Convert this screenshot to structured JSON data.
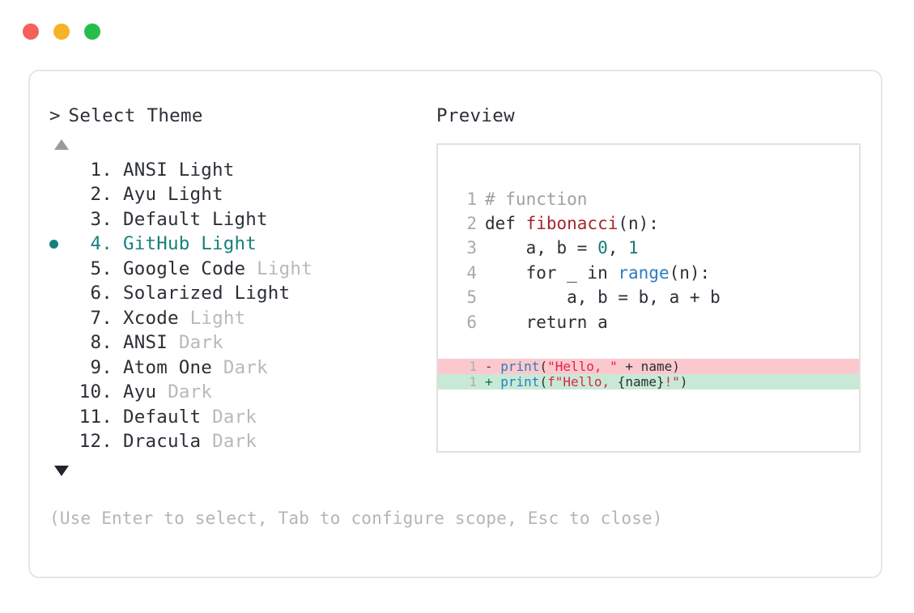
{
  "window": {
    "dots": [
      {
        "name": "close",
        "color": "#f4615c"
      },
      {
        "name": "minimize",
        "color": "#f5b325"
      },
      {
        "name": "maximize",
        "color": "#25be4a"
      }
    ]
  },
  "selector": {
    "prompt_caret": ">",
    "prompt_label": "Select Theme",
    "scroll_up_icon": "triangle-up",
    "scroll_down_icon": "triangle-down",
    "selected_index": 4,
    "selected_bullet": "●",
    "accent_color": "#16817c",
    "items": [
      {
        "index": "1",
        "name": "ANSI Light",
        "variant": "",
        "selected": false
      },
      {
        "index": "2",
        "name": "Ayu Light",
        "variant": "",
        "selected": false
      },
      {
        "index": "3",
        "name": "Default Light",
        "variant": "",
        "selected": false
      },
      {
        "index": "4",
        "name": "GitHub Light",
        "variant": "",
        "selected": true
      },
      {
        "index": "5",
        "name": "Google Code",
        "variant": "Light",
        "selected": false
      },
      {
        "index": "6",
        "name": "Solarized Light",
        "variant": "",
        "selected": false
      },
      {
        "index": "7",
        "name": "Xcode",
        "variant": "Light",
        "selected": false
      },
      {
        "index": "8",
        "name": "ANSI",
        "variant": "Dark",
        "selected": false
      },
      {
        "index": "9",
        "name": "Atom One",
        "variant": "Dark",
        "selected": false
      },
      {
        "index": "10",
        "name": "Ayu",
        "variant": "Dark",
        "selected": false
      },
      {
        "index": "11",
        "name": "Default",
        "variant": "Dark",
        "selected": false
      },
      {
        "index": "12",
        "name": "Dracula",
        "variant": "Dark",
        "selected": false
      }
    ]
  },
  "footer": {
    "hint": "(Use Enter to select, Tab to configure scope, Esc to close)"
  },
  "preview": {
    "title": "Preview",
    "code_lines": [
      {
        "ln": "1",
        "tokens": [
          {
            "t": "# function",
            "c": "comment"
          }
        ]
      },
      {
        "ln": "2",
        "tokens": [
          {
            "t": "def ",
            "c": "kw"
          },
          {
            "t": "fibonacci",
            "c": "fn"
          },
          {
            "t": "(n):",
            "c": "plain"
          }
        ]
      },
      {
        "ln": "3",
        "tokens": [
          {
            "t": "    a, b = ",
            "c": "plain"
          },
          {
            "t": "0",
            "c": "num"
          },
          {
            "t": ", ",
            "c": "plain"
          },
          {
            "t": "1",
            "c": "num"
          }
        ]
      },
      {
        "ln": "4",
        "tokens": [
          {
            "t": "    for _ in ",
            "c": "plain"
          },
          {
            "t": "range",
            "c": "builtin"
          },
          {
            "t": "(n):",
            "c": "plain"
          }
        ]
      },
      {
        "ln": "5",
        "tokens": [
          {
            "t": "        a, b = b, a + b",
            "c": "plain"
          }
        ]
      },
      {
        "ln": "6",
        "tokens": [
          {
            "t": "    return a",
            "c": "plain"
          }
        ]
      }
    ],
    "diff_lines": [
      {
        "ln": "1",
        "kind": "del",
        "marker": "-",
        "background": "#fbc9cd",
        "tokens": [
          {
            "t": "print",
            "c": "call"
          },
          {
            "t": "(",
            "c": "op"
          },
          {
            "t": "\"Hello, \"",
            "c": "str"
          },
          {
            "t": " + name)",
            "c": "plain"
          }
        ]
      },
      {
        "ln": "1",
        "kind": "add",
        "marker": "+",
        "background": "#c8e9d6",
        "tokens": [
          {
            "t": "print",
            "c": "call"
          },
          {
            "t": "(",
            "c": "op"
          },
          {
            "t": "f\"Hello, ",
            "c": "str"
          },
          {
            "t": "{name}",
            "c": "plain"
          },
          {
            "t": "!\"",
            "c": "str"
          },
          {
            "t": ")",
            "c": "op"
          }
        ]
      }
    ]
  }
}
